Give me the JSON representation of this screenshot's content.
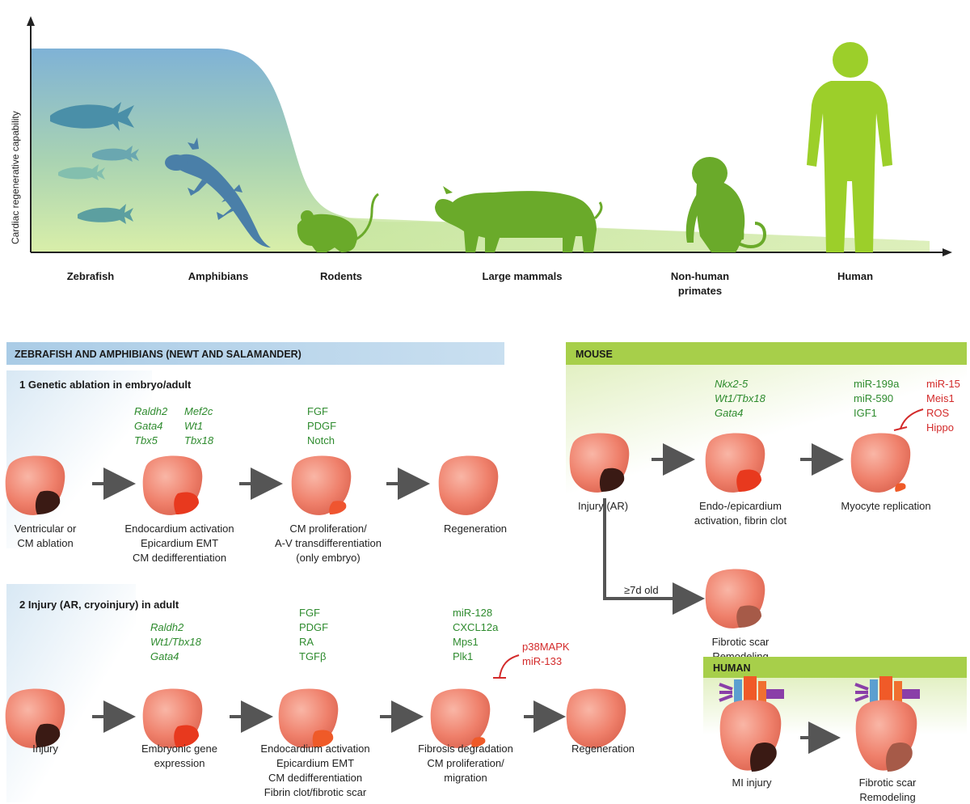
{
  "top_panel": {
    "y_axis_label": "Cardiac regenerative capability",
    "species": [
      "Zebrafish",
      "Amphibians",
      "Rodents",
      "Large mammals",
      "Non-human",
      "primates",
      "Human"
    ]
  },
  "zebrafish_section": {
    "header": "ZEBRAFISH AND AMPHIBIANS (NEWT AND SALAMANDER)",
    "sub1": {
      "title": "1 Genetic ablation in embryo/adult",
      "genes_col1": [
        "Raldh2",
        "Gata4",
        "Tbx5"
      ],
      "genes_col2": [
        "Mef2c",
        "Wt1",
        "Tbx18"
      ],
      "factors": [
        "FGF",
        "PDGF",
        "Notch"
      ],
      "captions": {
        "c1": [
          "Ventricular or",
          "CM ablation"
        ],
        "c2": [
          "Endocardium activation",
          "Epicardium EMT",
          "CM dedifferentiation"
        ],
        "c3": [
          "CM proliferation/",
          "A-V transdifferentiation",
          "(only embryo)"
        ],
        "c4": [
          "Regeneration"
        ]
      }
    },
    "sub2": {
      "title": "2 Injury (AR, cryoinjury) in adult",
      "genes": [
        "Raldh2",
        "Wt1/Tbx18",
        "Gata4"
      ],
      "factors": [
        "FGF",
        "PDGF",
        "RA",
        "TGFβ"
      ],
      "mirs": [
        "miR-128",
        "CXCL12a",
        "Mps1",
        "Plk1"
      ],
      "inhibitors": [
        "p38MAPK",
        "miR-133"
      ],
      "captions": {
        "c1": [
          "Injury"
        ],
        "c2": [
          "Embryonic gene",
          "expression"
        ],
        "c3": [
          "Endocardium activation",
          "Epicardium EMT",
          "CM dedifferentiation",
          "Fibrin clot/fibrotic scar"
        ],
        "c4": [
          "Fibrosis degradation",
          "CM proliferation/",
          "migration"
        ],
        "c5": [
          "Regeneration"
        ]
      }
    }
  },
  "mouse_section": {
    "header": "MOUSE",
    "genes": [
      "Nkx2-5",
      "Wt1/Tbx18",
      "Gata4"
    ],
    "promoters": [
      "miR-199a",
      "miR-590",
      "IGF1"
    ],
    "inhibitors": [
      "miR-15",
      "Meis1",
      "ROS",
      "Hippo"
    ],
    "age_label": "≥7d old",
    "captions": {
      "c1": [
        "Injury (AR)"
      ],
      "c2": [
        "Endo-/epicardium",
        "activation, fibrin clot"
      ],
      "c3": [
        "Myocyte replication"
      ],
      "c4": [
        "Fibrotic scar",
        "Remodeling"
      ]
    }
  },
  "human_section": {
    "header": "HUMAN",
    "captions": {
      "c1": [
        "MI injury"
      ],
      "c2": [
        "Fibrotic scar",
        "Remodeling"
      ]
    }
  },
  "colors": {
    "fish": "#4a8fa8",
    "amphibian": "#4a7fa8",
    "mammal": "#6aaa2a",
    "human": "#9ccf2a",
    "heart": "#f08070",
    "zebra_header": "#b5d5ea",
    "mouse_header": "#9cca3c",
    "green_text": "#2e8b2e",
    "red_text": "#d32a2a"
  }
}
